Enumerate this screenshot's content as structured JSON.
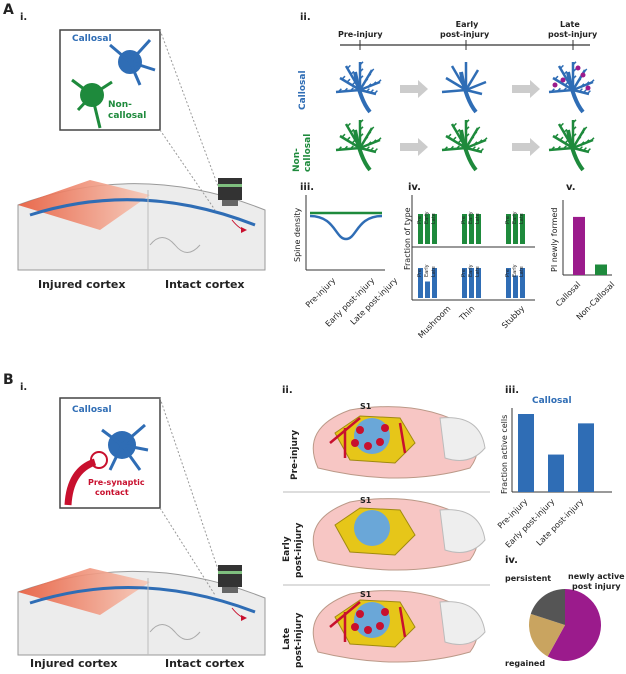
{
  "panel_a": {
    "label": "A",
    "i": {
      "label": "i.",
      "callosal": "Callosal",
      "non_callosal_1": "Non-",
      "non_callosal_2": "callosal",
      "injured": "Injured cortex",
      "intact": "Intact cortex"
    },
    "ii": {
      "label": "ii.",
      "timeline": [
        {
          "l1": "Pre-injury",
          "l2": ""
        },
        {
          "l1": "Early",
          "l2": "post-injury"
        },
        {
          "l1": "Late",
          "l2": "post-injury"
        }
      ],
      "row_callosal": "Callosal",
      "row_non_1": "Non-",
      "row_non_2": "callosal"
    },
    "iii": {
      "label": "iii.",
      "ylabel": "Spine density",
      "ticks": [
        "Pre-injury",
        "Early post-injury",
        "Late post-injury"
      ]
    },
    "iv": {
      "label": "iv.",
      "ylabel": "Fraction of type",
      "groups": [
        "Mushroom",
        "Thin",
        "Stubby"
      ],
      "bar_labels": [
        "Pre",
        "Early",
        "Late"
      ]
    },
    "v": {
      "label": "v.",
      "ylabel": "PI newly formed",
      "categories": [
        "Callosal",
        "Non-Callosal"
      ]
    }
  },
  "panel_b": {
    "label": "B",
    "i": {
      "label": "i.",
      "callosal": "Callosal",
      "presyn_1": "Pre-synaptic",
      "presyn_2": "contact",
      "injured": "Injured cortex",
      "intact": "Intact cortex"
    },
    "ii": {
      "label": "ii.",
      "region": "S1",
      "rows": [
        {
          "l1": "Pre-injury",
          "l2": ""
        },
        {
          "l1": "Early",
          "l2": "post-injury"
        },
        {
          "l1": "Late",
          "l2": "post-injury"
        }
      ]
    },
    "iii": {
      "label": "iii.",
      "title": "Callosal",
      "ylabel": "Fraction active cells",
      "ticks": [
        "Pre-injury",
        "Early post-injury",
        "Late post-injury"
      ]
    },
    "iv": {
      "label": "iv.",
      "persistent": "persistent",
      "newly_1": "newly active",
      "newly_2": "post injury",
      "regained": "regained"
    }
  },
  "colors": {
    "blue": "#2f6db5",
    "green": "#1e8a3c",
    "purple": "#9b1b8c",
    "red": "#c8102e",
    "gray": "#555555",
    "tan": "#c9a460"
  },
  "chart_data": [
    {
      "type": "line",
      "panel": "A.iii",
      "ylabel": "Spine density",
      "categories": [
        "Pre-injury",
        "Early post-injury",
        "Late post-injury"
      ],
      "series": [
        {
          "values": [
            0.8,
            0.4,
            0.8
          ]
        },
        {
          "values": [
            0.8,
            0.8,
            0.8
          ]
        }
      ]
    },
    {
      "type": "bar",
      "panel": "A.iv",
      "ylabel": "Fraction of type",
      "categories": [
        "Mushroom",
        "Thin",
        "Stubby"
      ],
      "series": [
        {
          "values": [
            [
              1.0,
              1.0,
              1.0
            ],
            [
              1.0,
              1.0,
              1.0
            ],
            [
              1.0,
              1.0,
              1.0
            ]
          ]
        },
        {
          "values": [
            [
              1.0,
              0.55,
              1.0
            ],
            [
              1.0,
              1.0,
              1.0
            ],
            [
              1.0,
              0.75,
              1.0
            ]
          ]
        }
      ]
    },
    {
      "type": "bar",
      "panel": "A.v",
      "ylabel": "PI newly formed",
      "categories": [
        "Callosal",
        "Non-Callosal"
      ],
      "values": [
        0.83,
        0.15
      ],
      "colors": [
        "#9b1b8c",
        "#1e8a3c"
      ]
    },
    {
      "type": "bar",
      "panel": "B.iii",
      "title": "Callosal",
      "ylabel": "Fraction active cells",
      "categories": [
        "Pre-injury",
        "Early post-injury",
        "Late post-injury"
      ],
      "values": [
        1.0,
        0.48,
        0.88
      ]
    },
    {
      "type": "pie",
      "panel": "B.iv",
      "categories": [
        "newly active post injury",
        "regained",
        "persistent"
      ],
      "values": [
        0.58,
        0.22,
        0.2
      ]
    }
  ]
}
